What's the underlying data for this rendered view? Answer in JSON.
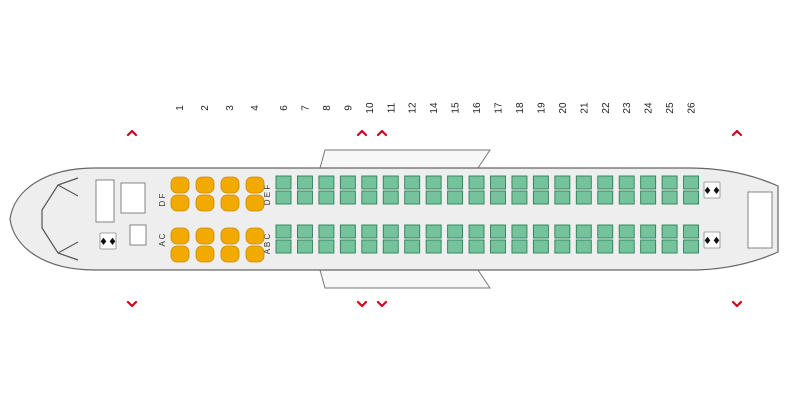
{
  "seat_map": {
    "rows": [
      1,
      2,
      3,
      4,
      6,
      7,
      8,
      9,
      10,
      11,
      12,
      14,
      15,
      16,
      17,
      18,
      19,
      20,
      21,
      22,
      23,
      24,
      25,
      26
    ],
    "business_rows": [
      1,
      2,
      3,
      4
    ],
    "economy_rows": [
      6,
      7,
      8,
      9,
      10,
      11,
      12,
      14,
      15,
      16,
      17,
      18,
      19,
      20,
      21,
      22,
      23,
      24,
      25,
      26
    ],
    "business_upper_letters": "D F",
    "business_lower_letters": "A C",
    "economy_upper_letters": "D E F",
    "economy_lower_letters": "A B C",
    "colors": {
      "business_seat": "#f2a900",
      "economy_seat": "#74c39c",
      "exit_marker": "#d0021b",
      "fuselage": "#eeeeee"
    },
    "icons": [
      "exit-arrow-icon",
      "lavatory-icon"
    ]
  }
}
